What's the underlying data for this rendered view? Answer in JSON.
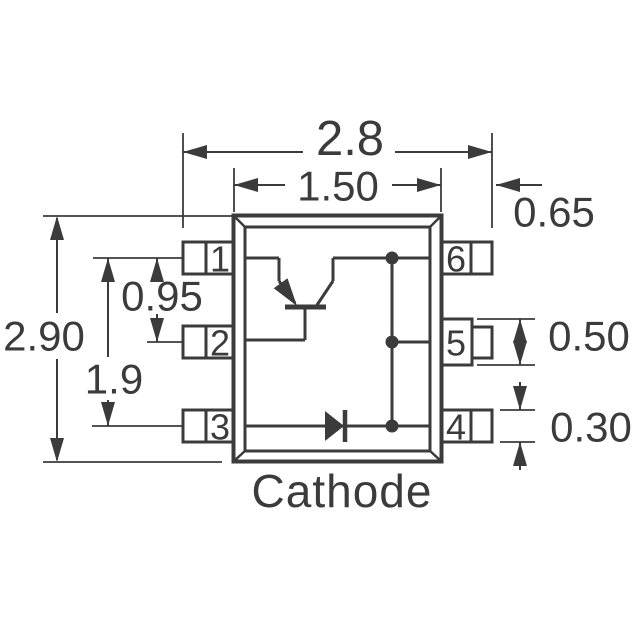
{
  "title": "6-pin package outline drawing with internal transistor and diode",
  "colors": {
    "line": "#3b3b3b",
    "background": "#ffffff"
  },
  "dimensions": {
    "overall_width": "2.8",
    "body_width": "1.50",
    "terminal_length": "0.65",
    "overall_height": "2.90",
    "pin_pitch": "0.95",
    "pin_span": "1.9",
    "center_terminal_width": "0.50",
    "terminal_width": "0.30"
  },
  "pins": [
    {
      "number": "1"
    },
    {
      "number": "2"
    },
    {
      "number": "3"
    },
    {
      "number": "4"
    },
    {
      "number": "5"
    },
    {
      "number": "6"
    }
  ],
  "annotations": {
    "cathode_label": "Cathode"
  }
}
